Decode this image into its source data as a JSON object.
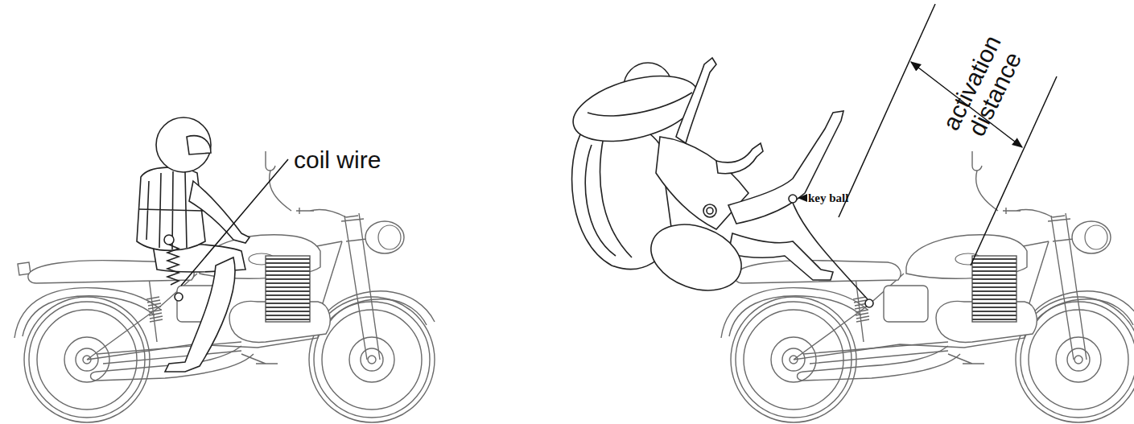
{
  "diagram": {
    "labels": [
      "coil wire",
      "key ball",
      "activation distance"
    ]
  }
}
